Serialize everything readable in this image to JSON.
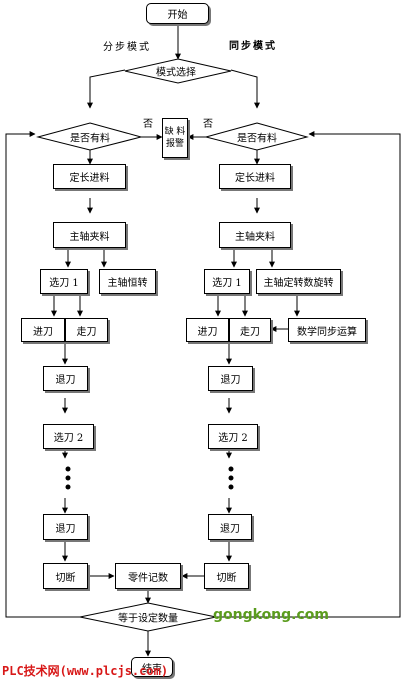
{
  "nodes": {
    "start": "开始",
    "mode_select": "模式选择",
    "stepwise_mode": "分步模式",
    "sync_mode": "同步模式",
    "left_has_material": "是否有料",
    "right_has_material": "是否有料",
    "no_left": "否",
    "no_right": "否",
    "out_of_material_alarm_line1": "缺 料",
    "out_of_material_alarm_line2": "报警",
    "left_fixed_feed": "定长进料",
    "right_fixed_feed": "定长进料",
    "left_spindle_clamp": "主轴夹料",
    "right_spindle_clamp": "主轴夹料",
    "left_select_tool_1": "选刀 1",
    "right_select_tool_1": "选刀 1",
    "spindle_constant_rotation": "主轴恒转",
    "spindle_fixed_rotation": "主轴定转数旋转",
    "left_advance_tool": "进刀",
    "left_move_tool": "走刀",
    "right_advance_tool": "进刀",
    "right_move_tool": "走刀",
    "digital_sync_calc": "数学同步运算",
    "left_retract_1": "退刀",
    "right_retract_1": "退刀",
    "left_select_tool_2": "选刀 2",
    "right_select_tool_2": "选刀 2",
    "left_retract_2": "退刀",
    "right_retract_2": "退刀",
    "left_cut_off": "切断",
    "right_cut_off": "切断",
    "part_count": "零件记数",
    "equals_set_quantity": "等于设定数量",
    "end": "结束"
  },
  "watermark": "gongkong.com",
  "footer": "PLC技术网(www.plcjs.com)"
}
